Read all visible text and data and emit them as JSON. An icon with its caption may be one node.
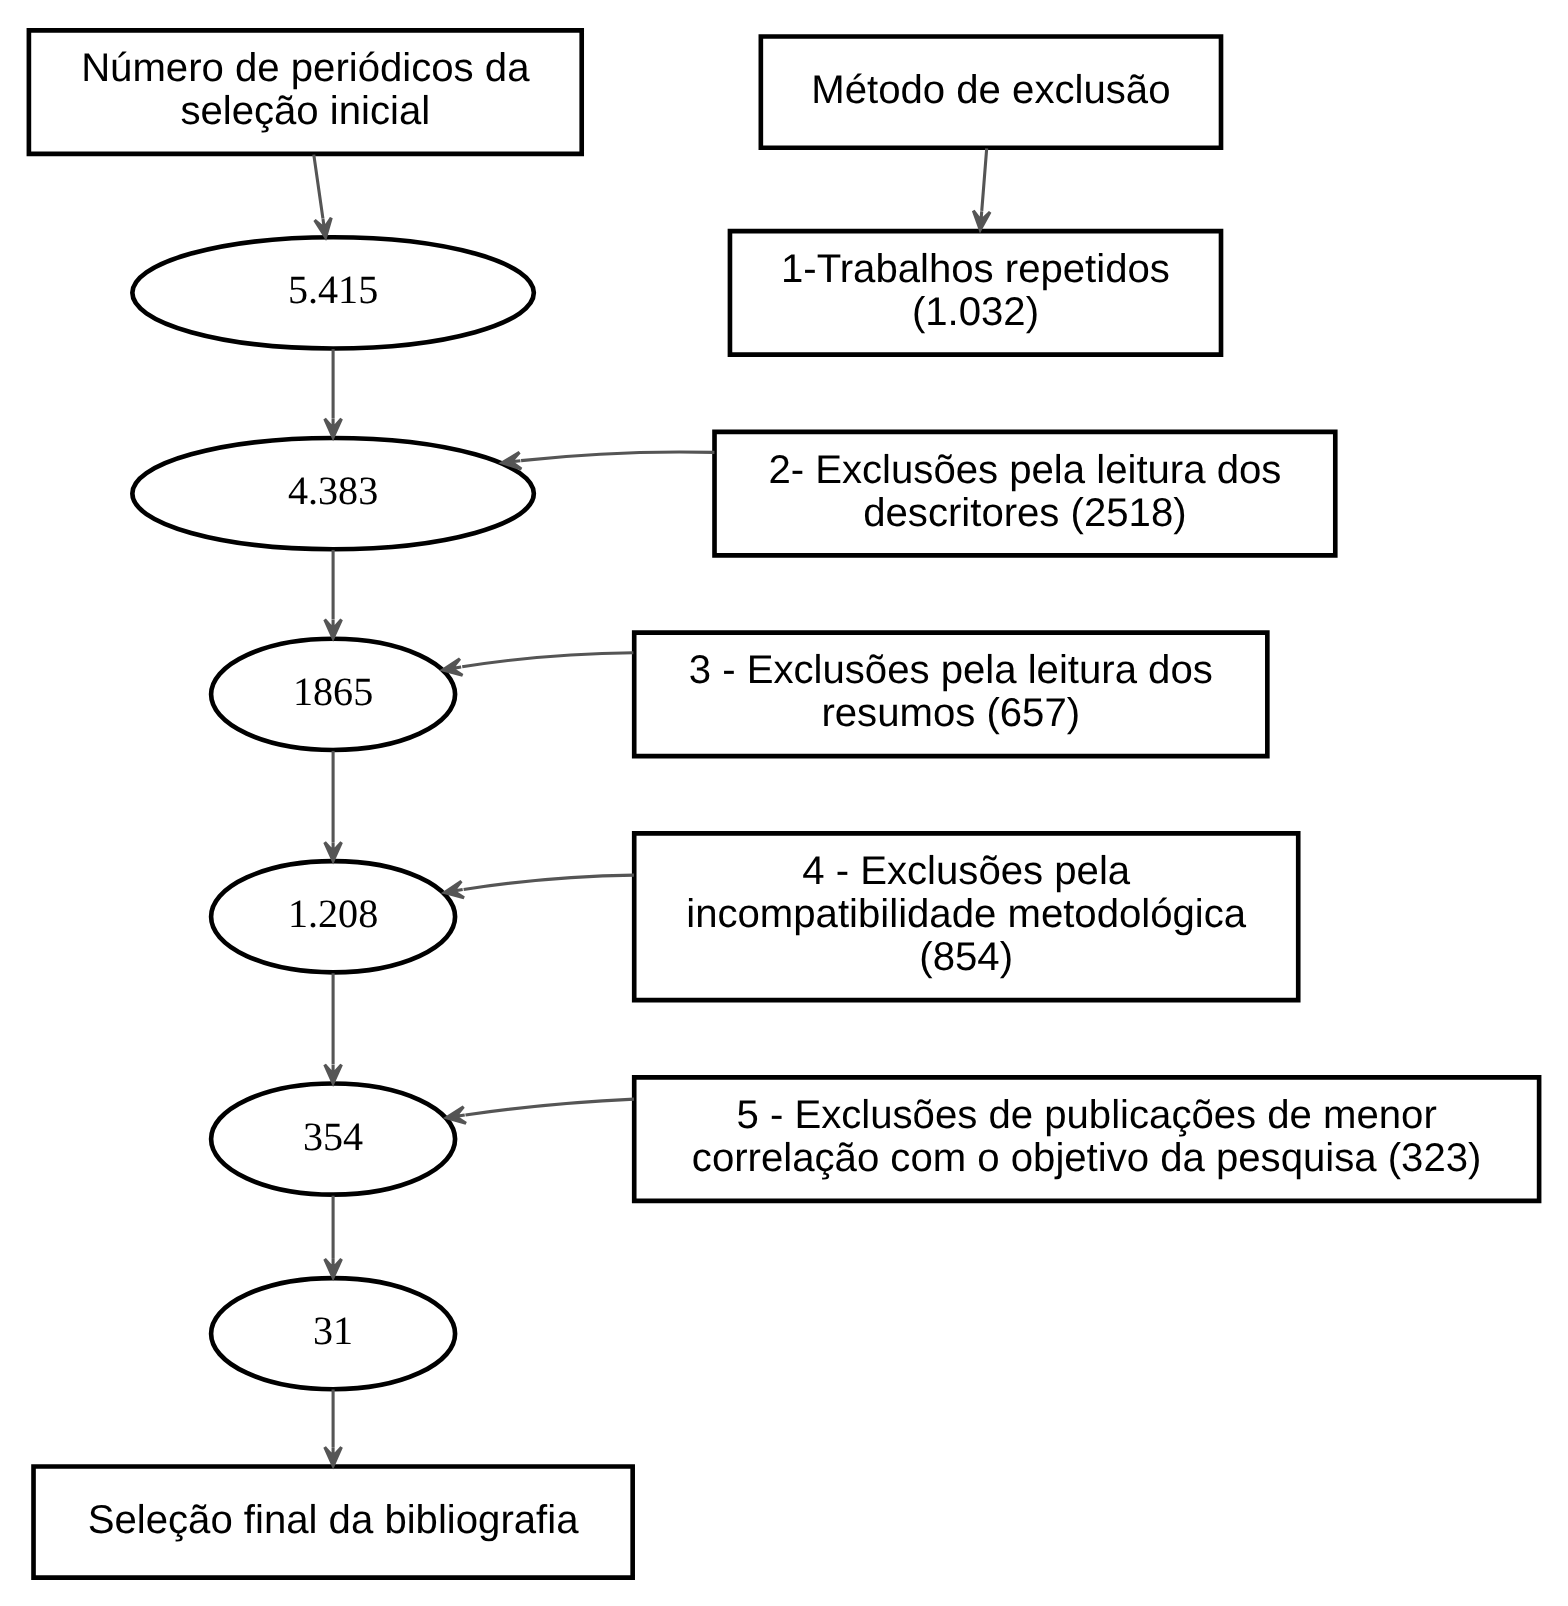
{
  "diagram": {
    "nodes": [
      {
        "text": [
          "Número de periódicos da seleção inicial"
        ]
      },
      {
        "text": [
          "Método de exclusão"
        ]
      },
      {
        "text": [
          "5.415"
        ]
      },
      {
        "text": [
          "1-Trabalhos repetidos (1.032)"
        ]
      },
      {
        "text": [
          "4.383"
        ]
      },
      {
        "text": [
          "2- Exclusões pela leitura dos descritores (2518)"
        ]
      },
      {
        "text": [
          "1865"
        ]
      },
      {
        "text": [
          "3 - Exclusões pela leitura dos resumos (657)"
        ]
      },
      {
        "text": [
          "1.208"
        ]
      },
      {
        "text": [
          "4 - Exclusões pela incompatibilidade metodológica (854)"
        ]
      },
      {
        "text": [
          "354"
        ]
      },
      {
        "text": [
          "5 - Exclusões de publicações de menor correlação com o objetivo da pesquisa (323)"
        ]
      },
      {
        "text": [
          "31"
        ]
      },
      {
        "text": [
          "Seleção final da bibliografia"
        ]
      }
    ],
    "edges": [
      {
        "from": 0,
        "to": 2,
        "arrow": "to"
      },
      {
        "from": 1,
        "to": 3,
        "arrow": "to"
      },
      {
        "from": 2,
        "to": 4,
        "arrow": "to"
      },
      {
        "from": 5,
        "to": 4,
        "arrow": "to"
      },
      {
        "from": 4,
        "to": 6,
        "arrow": "to"
      },
      {
        "from": 7,
        "to": 6,
        "arrow": "to"
      },
      {
        "from": 6,
        "to": 8,
        "arrow": "to"
      },
      {
        "from": 9,
        "to": 8,
        "arrow": "to"
      },
      {
        "from": 8,
        "to": 10,
        "arrow": "to"
      },
      {
        "from": 11,
        "to": 10,
        "arrow": "to"
      },
      {
        "from": 10,
        "to": 12,
        "arrow": "to"
      },
      {
        "from": 12,
        "to": 13,
        "arrow": "to"
      }
    ]
  }
}
